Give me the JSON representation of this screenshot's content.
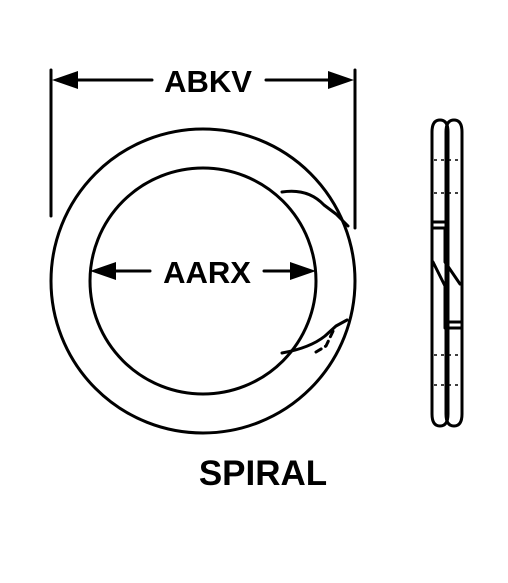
{
  "diagram": {
    "labels": {
      "outer_dimension": "ABKV",
      "inner_dimension": "AARX",
      "ring_type": "SPIRAL"
    },
    "colors": {
      "line": "#000000",
      "background": "#ffffff"
    }
  }
}
